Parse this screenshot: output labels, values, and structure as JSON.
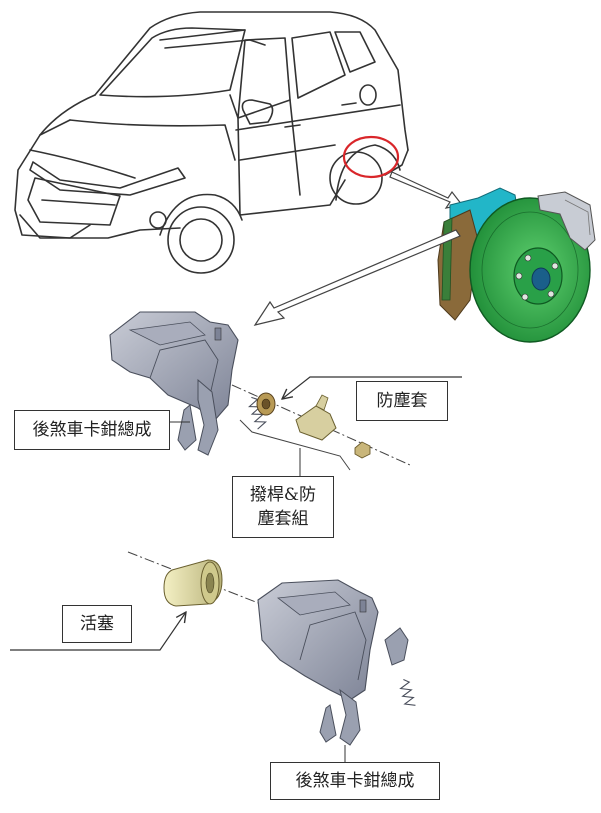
{
  "labels": {
    "caliper_assembly_top": "後煞車卡鉗總成",
    "dust_boot": "防塵套",
    "lever_boot_line1": "撥桿&防",
    "lever_boot_line2": "塵套組",
    "piston": "活塞",
    "caliper_assembly_bottom": "後煞車卡鉗總成"
  },
  "colors": {
    "line": "#333333",
    "highlight_circle": "#d9262a",
    "rotor": "#2ea84a",
    "hub": "#1f8a3a",
    "knuckle": "#22b6c8",
    "caliper": "#8f95a6",
    "piston_body": "#e6e2a8"
  }
}
